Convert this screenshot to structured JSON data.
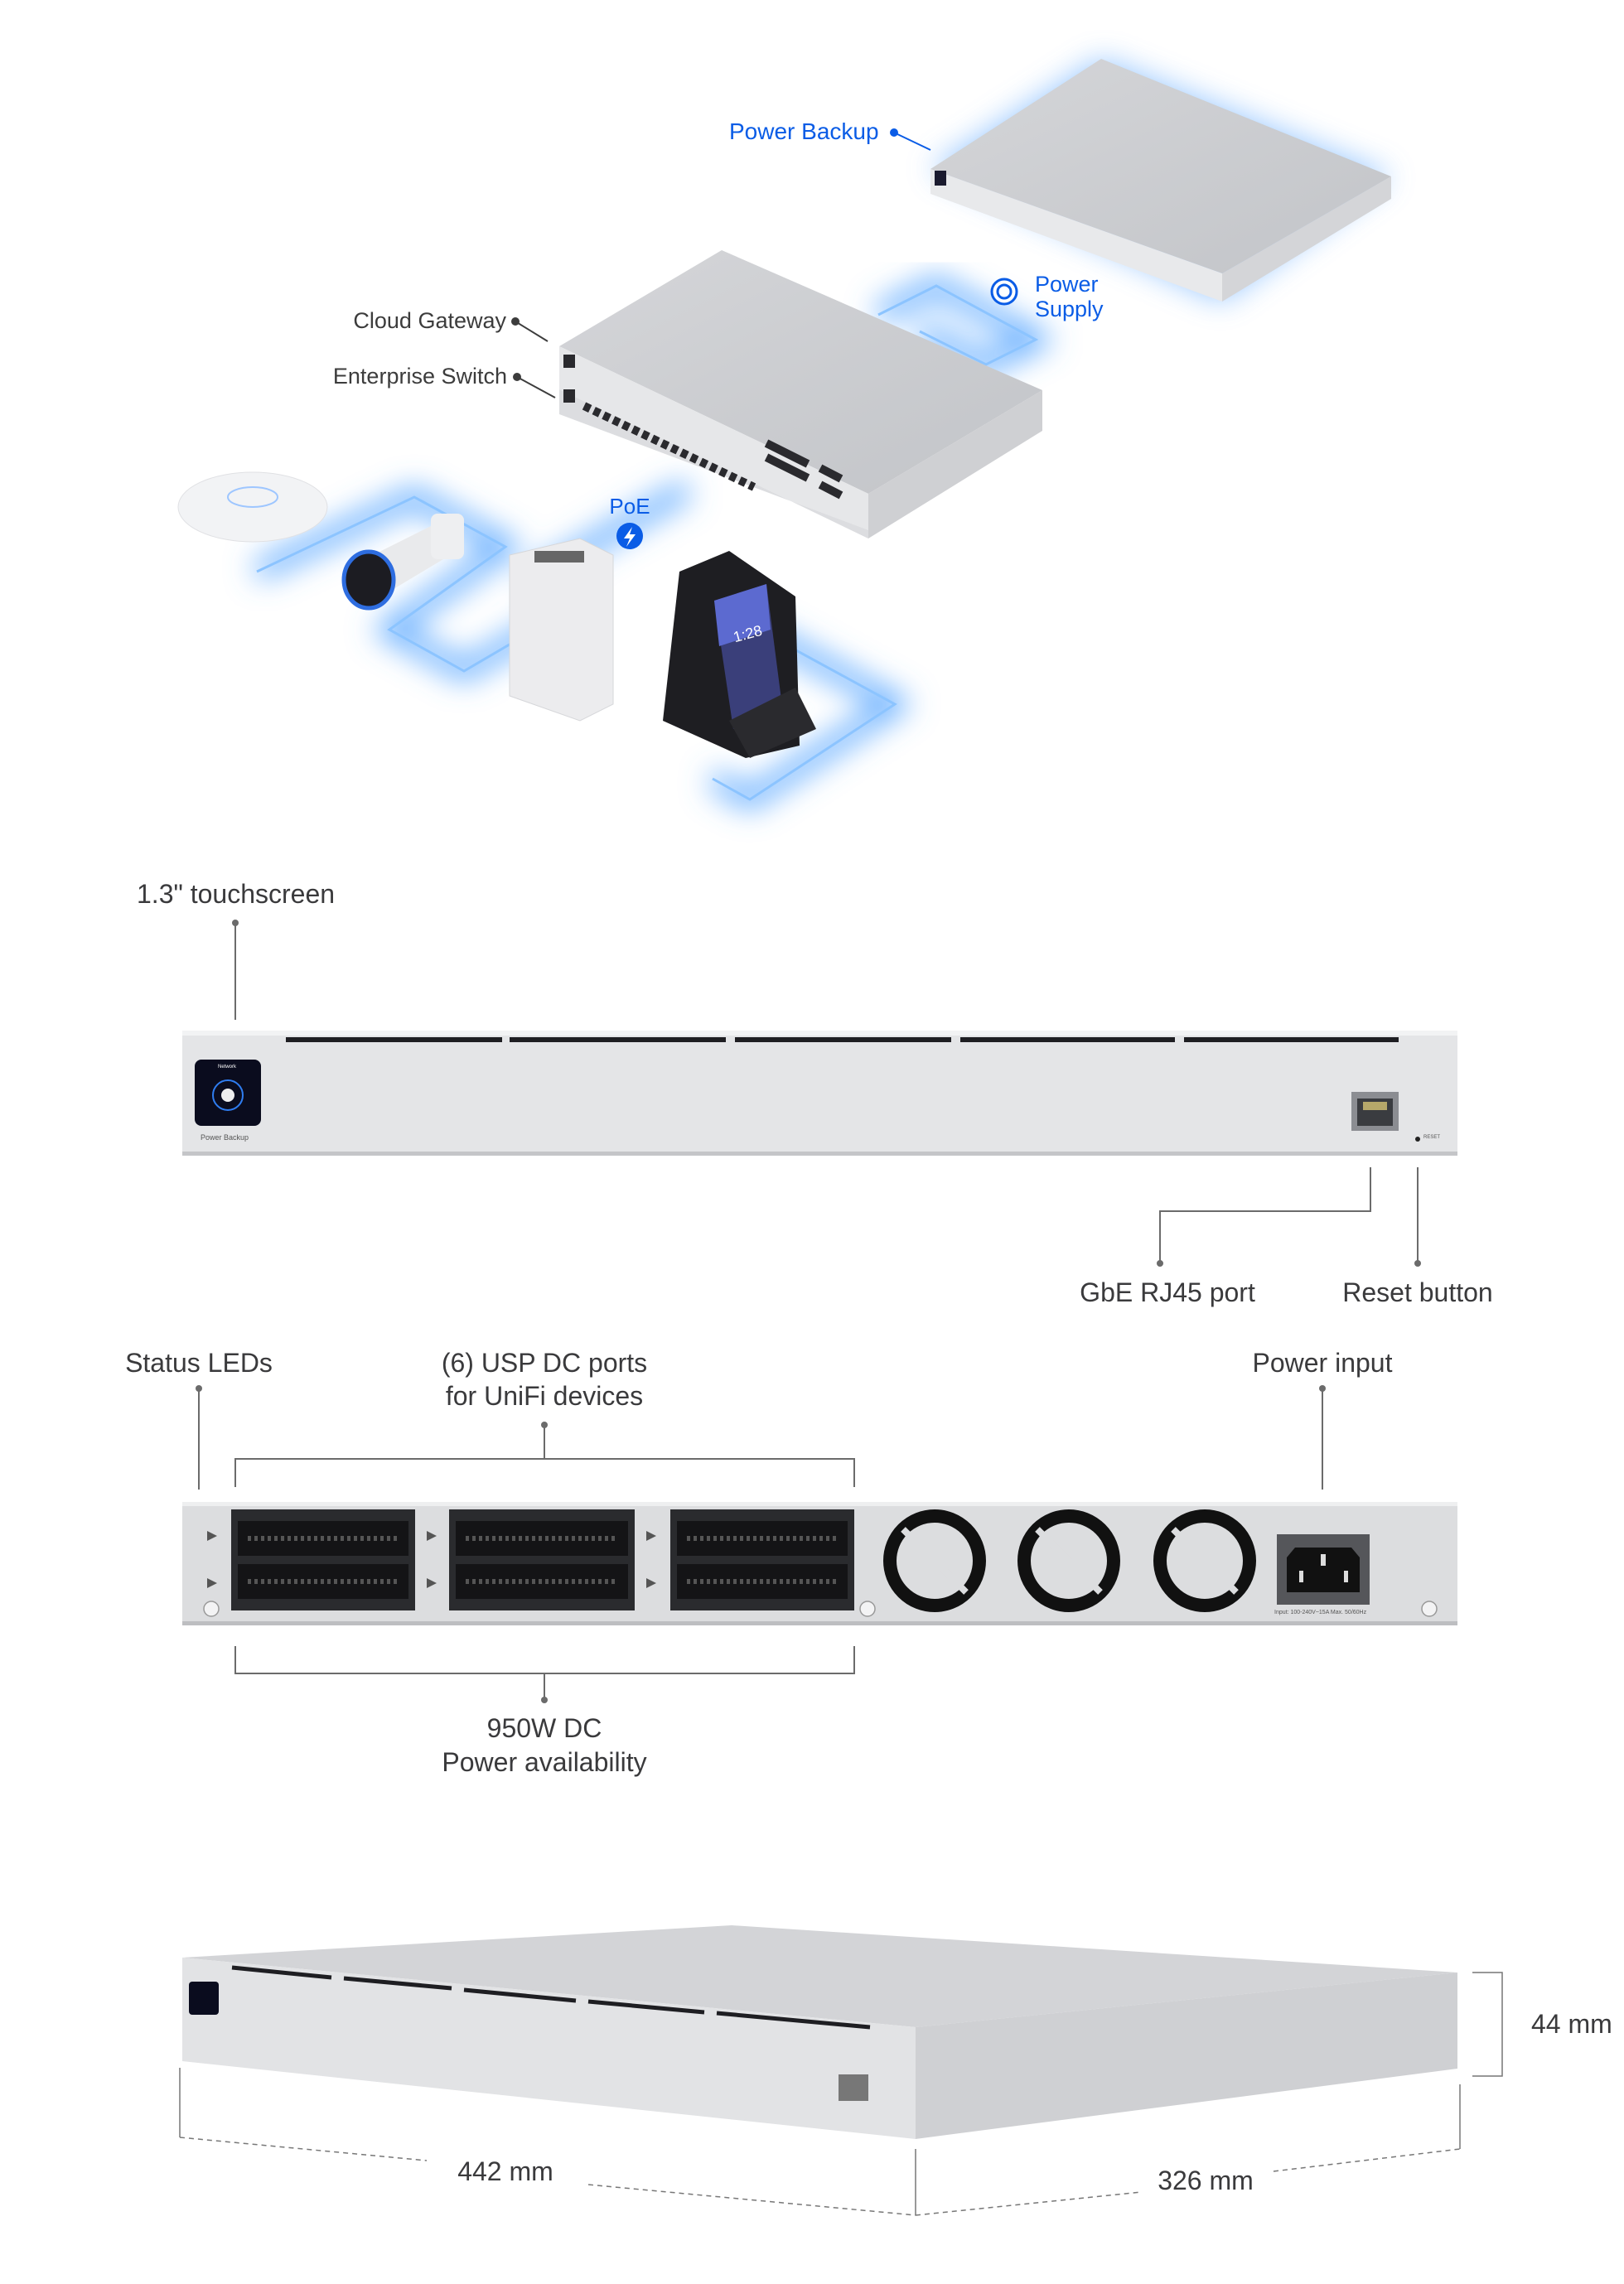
{
  "topology": {
    "power_backup": "Power Backup",
    "power_supply_line1": "Power",
    "power_supply_line2": "Supply",
    "cloud_gateway": "Cloud Gateway",
    "enterprise_switch": "Enterprise Switch",
    "poe": "PoE",
    "phone_time": "1:28"
  },
  "front_panel": {
    "touchscreen": "1.3\" touchscreen",
    "screen_title": "Network",
    "device_label": "Power Backup",
    "rj45": "GbE RJ45 port",
    "reset": "Reset button",
    "reset_small": "RESET"
  },
  "back_panel": {
    "status_leds": "Status LEDs",
    "usp_line1": "(6) USP DC ports",
    "usp_line2": "for UniFi devices",
    "power_input": "Power input",
    "power_rating": "Input: 100-240V~15A Max. 50/60Hz",
    "dc_line1": "950W DC",
    "dc_line2": "Power availability"
  },
  "dimensions": {
    "height": "44 mm",
    "width": "442 mm",
    "depth": "326 mm"
  },
  "colors": {
    "accent": "#0a5ce6",
    "glow": "#5aa7ff",
    "chassis": "#e3e4e6"
  }
}
